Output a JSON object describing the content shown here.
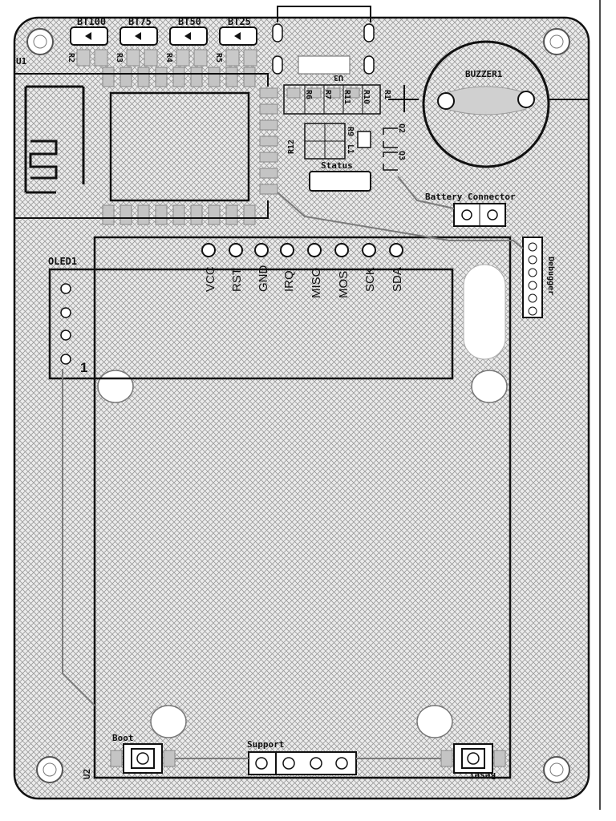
{
  "board": {
    "colors": {
      "outline": "#111111",
      "copper_fill": "#d9d9d9",
      "pad": "#bdbdbd",
      "background": "#ffffff"
    }
  },
  "labels": {
    "bt100": "BT100",
    "bt75": "BT75",
    "bt50": "BT50",
    "bt25": "BT25",
    "u1": "U1",
    "r2": "R2",
    "r3": "R3",
    "r4": "R4",
    "r5": "R5",
    "r6": "R6",
    "r7": "R7",
    "r11": "R11",
    "r10": "R10",
    "r1": "R1",
    "r12": "R12",
    "r9": "R9",
    "l1": "L1",
    "u3": "U3",
    "q2": "Q2",
    "q3": "Q3",
    "status": "Status",
    "buzzer": "BUZZER1",
    "battery_connector": "Battery Connector",
    "debugger": "Debugger",
    "oled": "OLED1",
    "oled_pin1": "1",
    "boot": "Boot",
    "support": "Support",
    "reset": "Reset",
    "u2": "U2"
  },
  "header_pins": [
    "VCC",
    "RST",
    "GND",
    "IRQ",
    "MISO",
    "MOSI",
    "SCK",
    "SDA"
  ]
}
